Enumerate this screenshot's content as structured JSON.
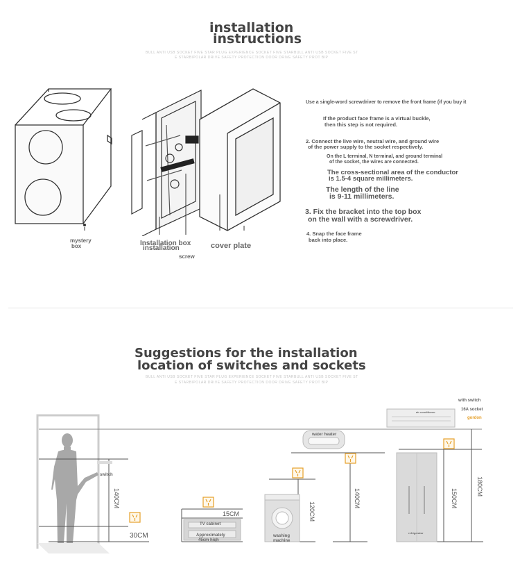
{
  "section1": {
    "title_line1": "installation",
    "title_line2": "instructions",
    "sub_line1": "BULL ANTI USB SOCKET FIVE STAR PLUG EXPERIENCE SOCKET FIVE STARBULL ANTI USB SOCKET FIVE ST",
    "sub_line2": "E STARBIPOLAR DRIVE SAFETY PROTECTION DOOR  DRIVE SAFETY PROT BIP",
    "labels": {
      "mystery_box_1": "mystery",
      "mystery_box_2": "box",
      "installation_box_1": "Installation box",
      "installation_box_2": "installation",
      "screw": "screw",
      "cover_plate": "cover plate"
    },
    "steps": {
      "s1": "Use a single-word screwdriver to remove the front frame (if you buy it",
      "s1a_1": "If the product face frame is a virtual buckle,",
      "s1a_2": "then this step is not required.",
      "s2_1": "2. Connect the live wire, neutral wire, and ground wire",
      "s2_2": "of the power supply to the socket respectively.",
      "s2a_1": "On the L terminal, N terminal, and ground terminal",
      "s2a_2": "of the socket, the wires are connected.",
      "s2b_1": "The cross-sectional area of the conductor",
      "s2b_2": "is 1.5-4 square millimeters.",
      "s2c_1": "The length of the line",
      "s2c_2": "is 9-11 millimeters.",
      "s3_1": "3. Fix the bracket into the top box",
      "s3_2": "on the wall with a screwdriver.",
      "s4_1": "4. Snap the face frame",
      "s4_2": "back into place."
    }
  },
  "section2": {
    "title_line1": "Suggestions for the installation",
    "title_line2": "location of switches and sockets",
    "sub_line1": "BULL ANTI USB SOCKET FIVE STAR PLUG EXPERIENCE SOCKET FIVE STARBULL ANTI USB SOCKET FIVE ST",
    "sub_line2": "E STARBIPOLAR DRIVE SAFETY PROTECTION DOOR  DRIVE SAFETY PROT BIP",
    "labels": {
      "switch": "switch",
      "tv_cabinet": "TV cabinet",
      "approx_1": "Approximately",
      "approx_2": "45cm high",
      "washing_1": "washing",
      "washing_2": "machine",
      "water_heater": "water heater",
      "air_conditioner": "air conditioner",
      "refrigerator": "refrigerator",
      "with_switch": "with switch",
      "socket_16a": "16A socket",
      "gordon": "gordon"
    },
    "heights": {
      "h140_switch": "140CM",
      "h30": "30CM",
      "h15": "15CM",
      "h120": "120CM",
      "h140_heater": "140CM",
      "h150": "150CM",
      "h180": "180CM"
    }
  },
  "colors": {
    "text": "#444444",
    "line": "#555555",
    "socket_icon": "#e5a02a",
    "light_gray": "#d8d8d8"
  }
}
